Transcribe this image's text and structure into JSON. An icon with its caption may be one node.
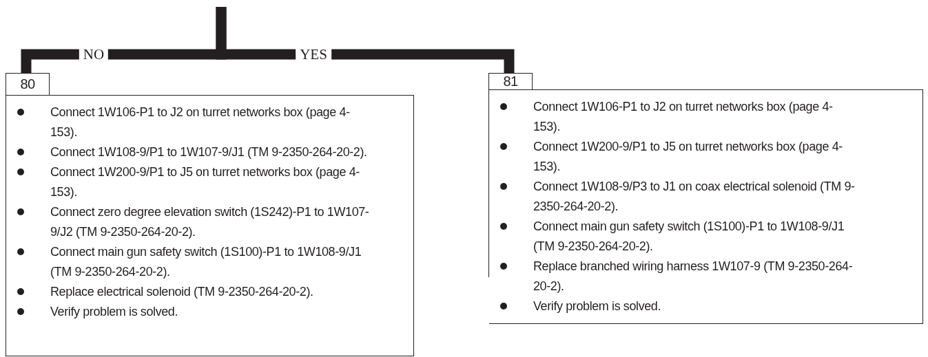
{
  "diagram": {
    "nodes": [
      {
        "text": [
          "80",
          "Connect 1W106-P1 to J2 on turret networks box (page 4-153).",
          "Connect 1W108-9/P1 to 1W107-9/J1 (TM 9-2350-264-20-2).",
          "Connect 1W200-9/P1 to J5 on turret networks box (page 4-153).",
          "Connect zero degree elevation switch (1S242)-P1 to 1W107-9/J2 (TM 9-2350-264-20-2).",
          "Connect main gun safety switch (1S100)-P1 to 1W108-9/J1 (TM 9-2350-264-20-2).",
          "Replace electrical solenoid (TM 9-2350-264-20-2).",
          "Verify problem is solved."
        ]
      },
      {
        "text": [
          "81",
          "Connect 1W106-P1 to J2 on turret networks box (page 4-153).",
          "Connect 1W200-9/P1 to J5 on turret networks box (page 4-153).",
          "Connect 1W108-9/P3 to J1 on coax electrical solenoid (TM 9-2350-264-20-2).",
          "Connect main gun safety switch (1S100)-P1 to 1W108-9/J1 (TM 9-2350-264-20-2).",
          "Replace branched wiring harness 1W107-9 (TM 9-2350-264-20-2).",
          "Verify problem is solved."
        ]
      }
    ],
    "edges": [
      {
        "from": null,
        "to": 0,
        "label": "NO",
        "arrow": "none"
      },
      {
        "from": null,
        "to": 1,
        "label": "YES",
        "arrow": "none"
      }
    ]
  }
}
